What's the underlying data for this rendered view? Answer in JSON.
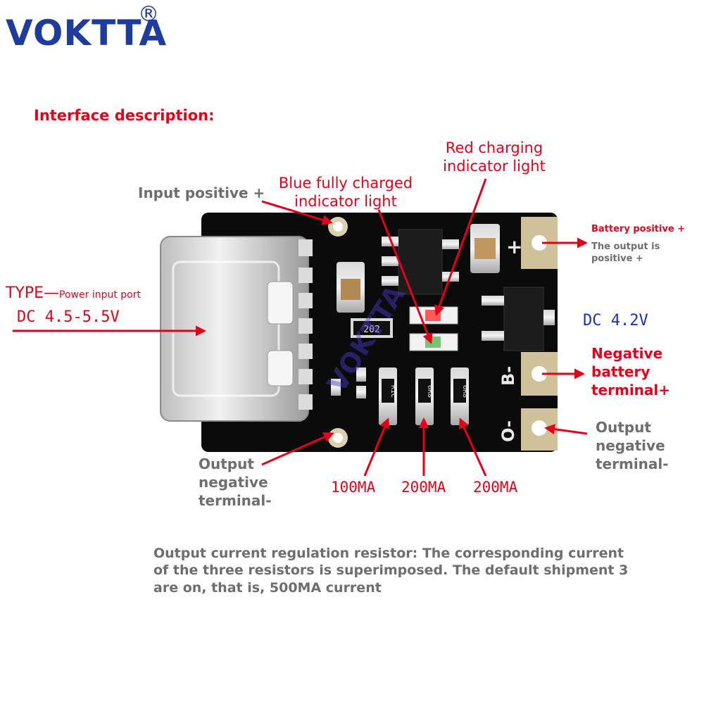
{
  "brand": {
    "name": "VOKTTA",
    "registered": "®"
  },
  "heading": "Interface description:",
  "labels": {
    "input_positive": "Input positive +",
    "blue_light_1": "Blue fully charged",
    "blue_light_2": "indicator light",
    "red_light_1": "Red charging",
    "red_light_2": "indicator light",
    "type_prefix": "TYPE—",
    "power_port": "Power input port",
    "dc_input": "DC 4.5-5.5V",
    "battery_positive": "Battery positive +",
    "output_positive_1": "The output is",
    "output_positive_2": "positive +",
    "dc_output": "DC 4.2V",
    "neg_batt_1": "Negative",
    "neg_batt_2": "battery",
    "neg_batt_3": "terminal+",
    "out_neg_right_1": "Output",
    "out_neg_right_2": "negative",
    "out_neg_right_3": "terminal-",
    "out_neg_left_1": "Output",
    "out_neg_left_2": "negative",
    "out_neg_left_3": "terminal-",
    "res_1": "100MA",
    "res_2": "200MA",
    "res_3": "200MA"
  },
  "board": {
    "silk_plus": "+",
    "silk_bminus": "B-",
    "silk_ominus": "O-",
    "res_code_1": "R1C",
    "res_code_2": "6R8",
    "res_code_3": "6R8",
    "res_code_main": "202",
    "watermark": "VOKTTA"
  },
  "footnote": {
    "line1": "Output current regulation resistor: The corresponding current",
    "line2": "of the three resistors is superimposed. The default shipment 3",
    "line3": "are on, that is, 500MA current"
  },
  "colors": {
    "accent_red": "#e3001b",
    "brand_blue": "#1f3b9c",
    "dc_blue": "#1b2fc4",
    "label_grey": "#6e6e6e",
    "pcb": "#0b0b0b"
  }
}
